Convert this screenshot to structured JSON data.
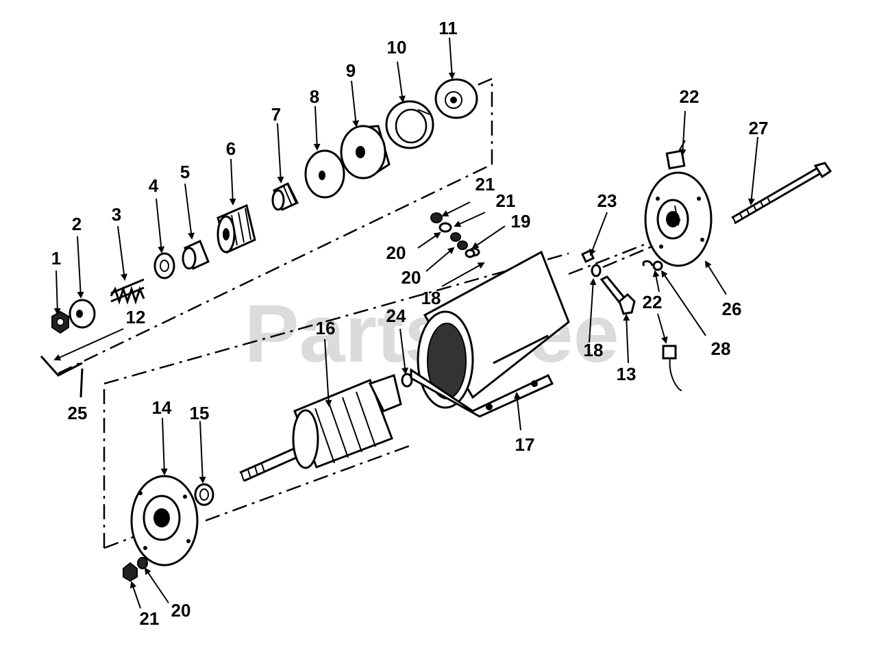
{
  "watermark": "PartsTree",
  "callouts": {
    "c1": "1",
    "c2": "2",
    "c3": "3",
    "c4": "4",
    "c5": "5",
    "c6": "6",
    "c7": "7",
    "c8": "8",
    "c9": "9",
    "c10": "10",
    "c11": "11",
    "c12": "12",
    "c13": "13",
    "c14": "14",
    "c15": "15",
    "c16": "16",
    "c17": "17",
    "c18a": "18",
    "c18b": "18",
    "c19": "19",
    "c20a": "20",
    "c20b": "20",
    "c20c": "20",
    "c21a": "21",
    "c21b": "21",
    "c21c": "21",
    "c22a": "22",
    "c22b": "22",
    "c23": "23",
    "c24": "24",
    "c25": "25",
    "c26": "26",
    "c27": "27",
    "c28": "28"
  }
}
